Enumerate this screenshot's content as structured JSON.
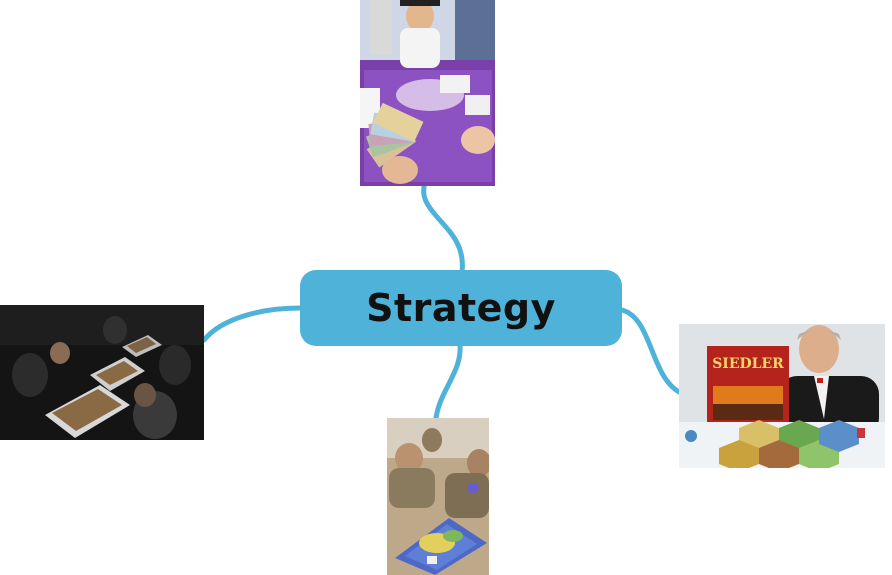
{
  "central_topic": {
    "label": "Strategy"
  },
  "branches": [
    {
      "image": "money-board-game-photo"
    },
    {
      "image": "chess-tournament-photo"
    },
    {
      "image": "settlers-of-catan-photo"
    },
    {
      "image": "soldiers-board-game-photo"
    }
  ],
  "settlers_box_title": "SIEDLER",
  "colors": {
    "topic_fill": "#4fb3d9",
    "connector": "#4fb3d9",
    "topic_text": "#111111"
  }
}
